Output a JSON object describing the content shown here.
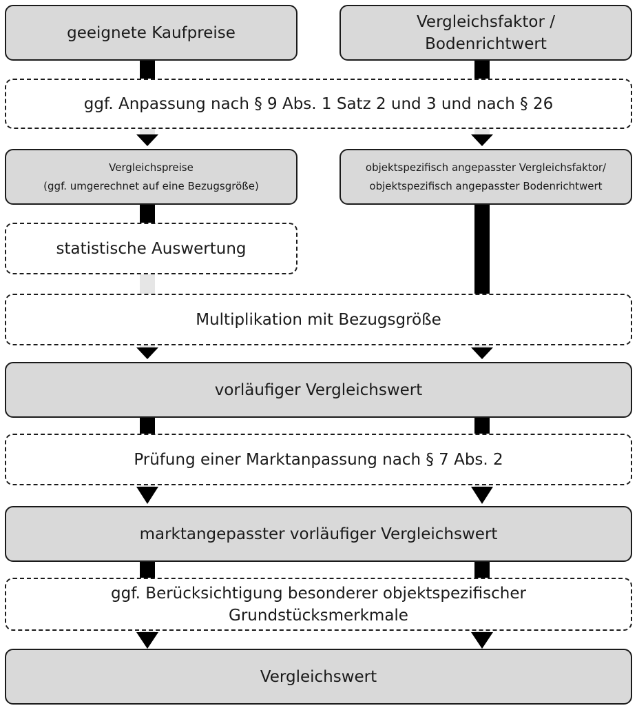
{
  "diagram": {
    "boxes": {
      "kaufpreise": "geeignete Kaufpreise",
      "faktor_line1": "Vergleichsfaktor /",
      "faktor_line2": "Bodenrichtwert",
      "anpassung": "ggf. Anpassung nach § 9 Abs. 1 Satz 2 und 3 und nach § 26",
      "vergleichspreise_line1": "Vergleichspreise",
      "vergleichspreise_line2": "(ggf. umgerechnet auf eine Bezugsgröße)",
      "angepasst_line1": "objektspezifisch angepasster Vergleichsfaktor/",
      "angepasst_line2": "objektspezifisch angepasster Bodenrichtwert",
      "statistik": "statistische Auswertung",
      "multiplikation": "Multiplikation mit Bezugsgröße",
      "vorlaeufig": "vorläufiger Vergleichswert",
      "pruefung": "Prüfung einer Marktanpassung nach § 7 Abs. 2",
      "marktangepasst": "marktangepasster vorläufiger Vergleichswert",
      "beruecksichtigung_line1": "ggf. Berücksichtigung besonderer objektspezifischer",
      "beruecksichtigung_line2": "Grundstücksmerkmale",
      "ergebnis": "Vergleichswert"
    },
    "colors": {
      "solid_fill": "#d9d9d9",
      "outline": "#1a1a1a",
      "arrow_dark": "#000000",
      "arrow_light": "#e6e6e6"
    }
  }
}
